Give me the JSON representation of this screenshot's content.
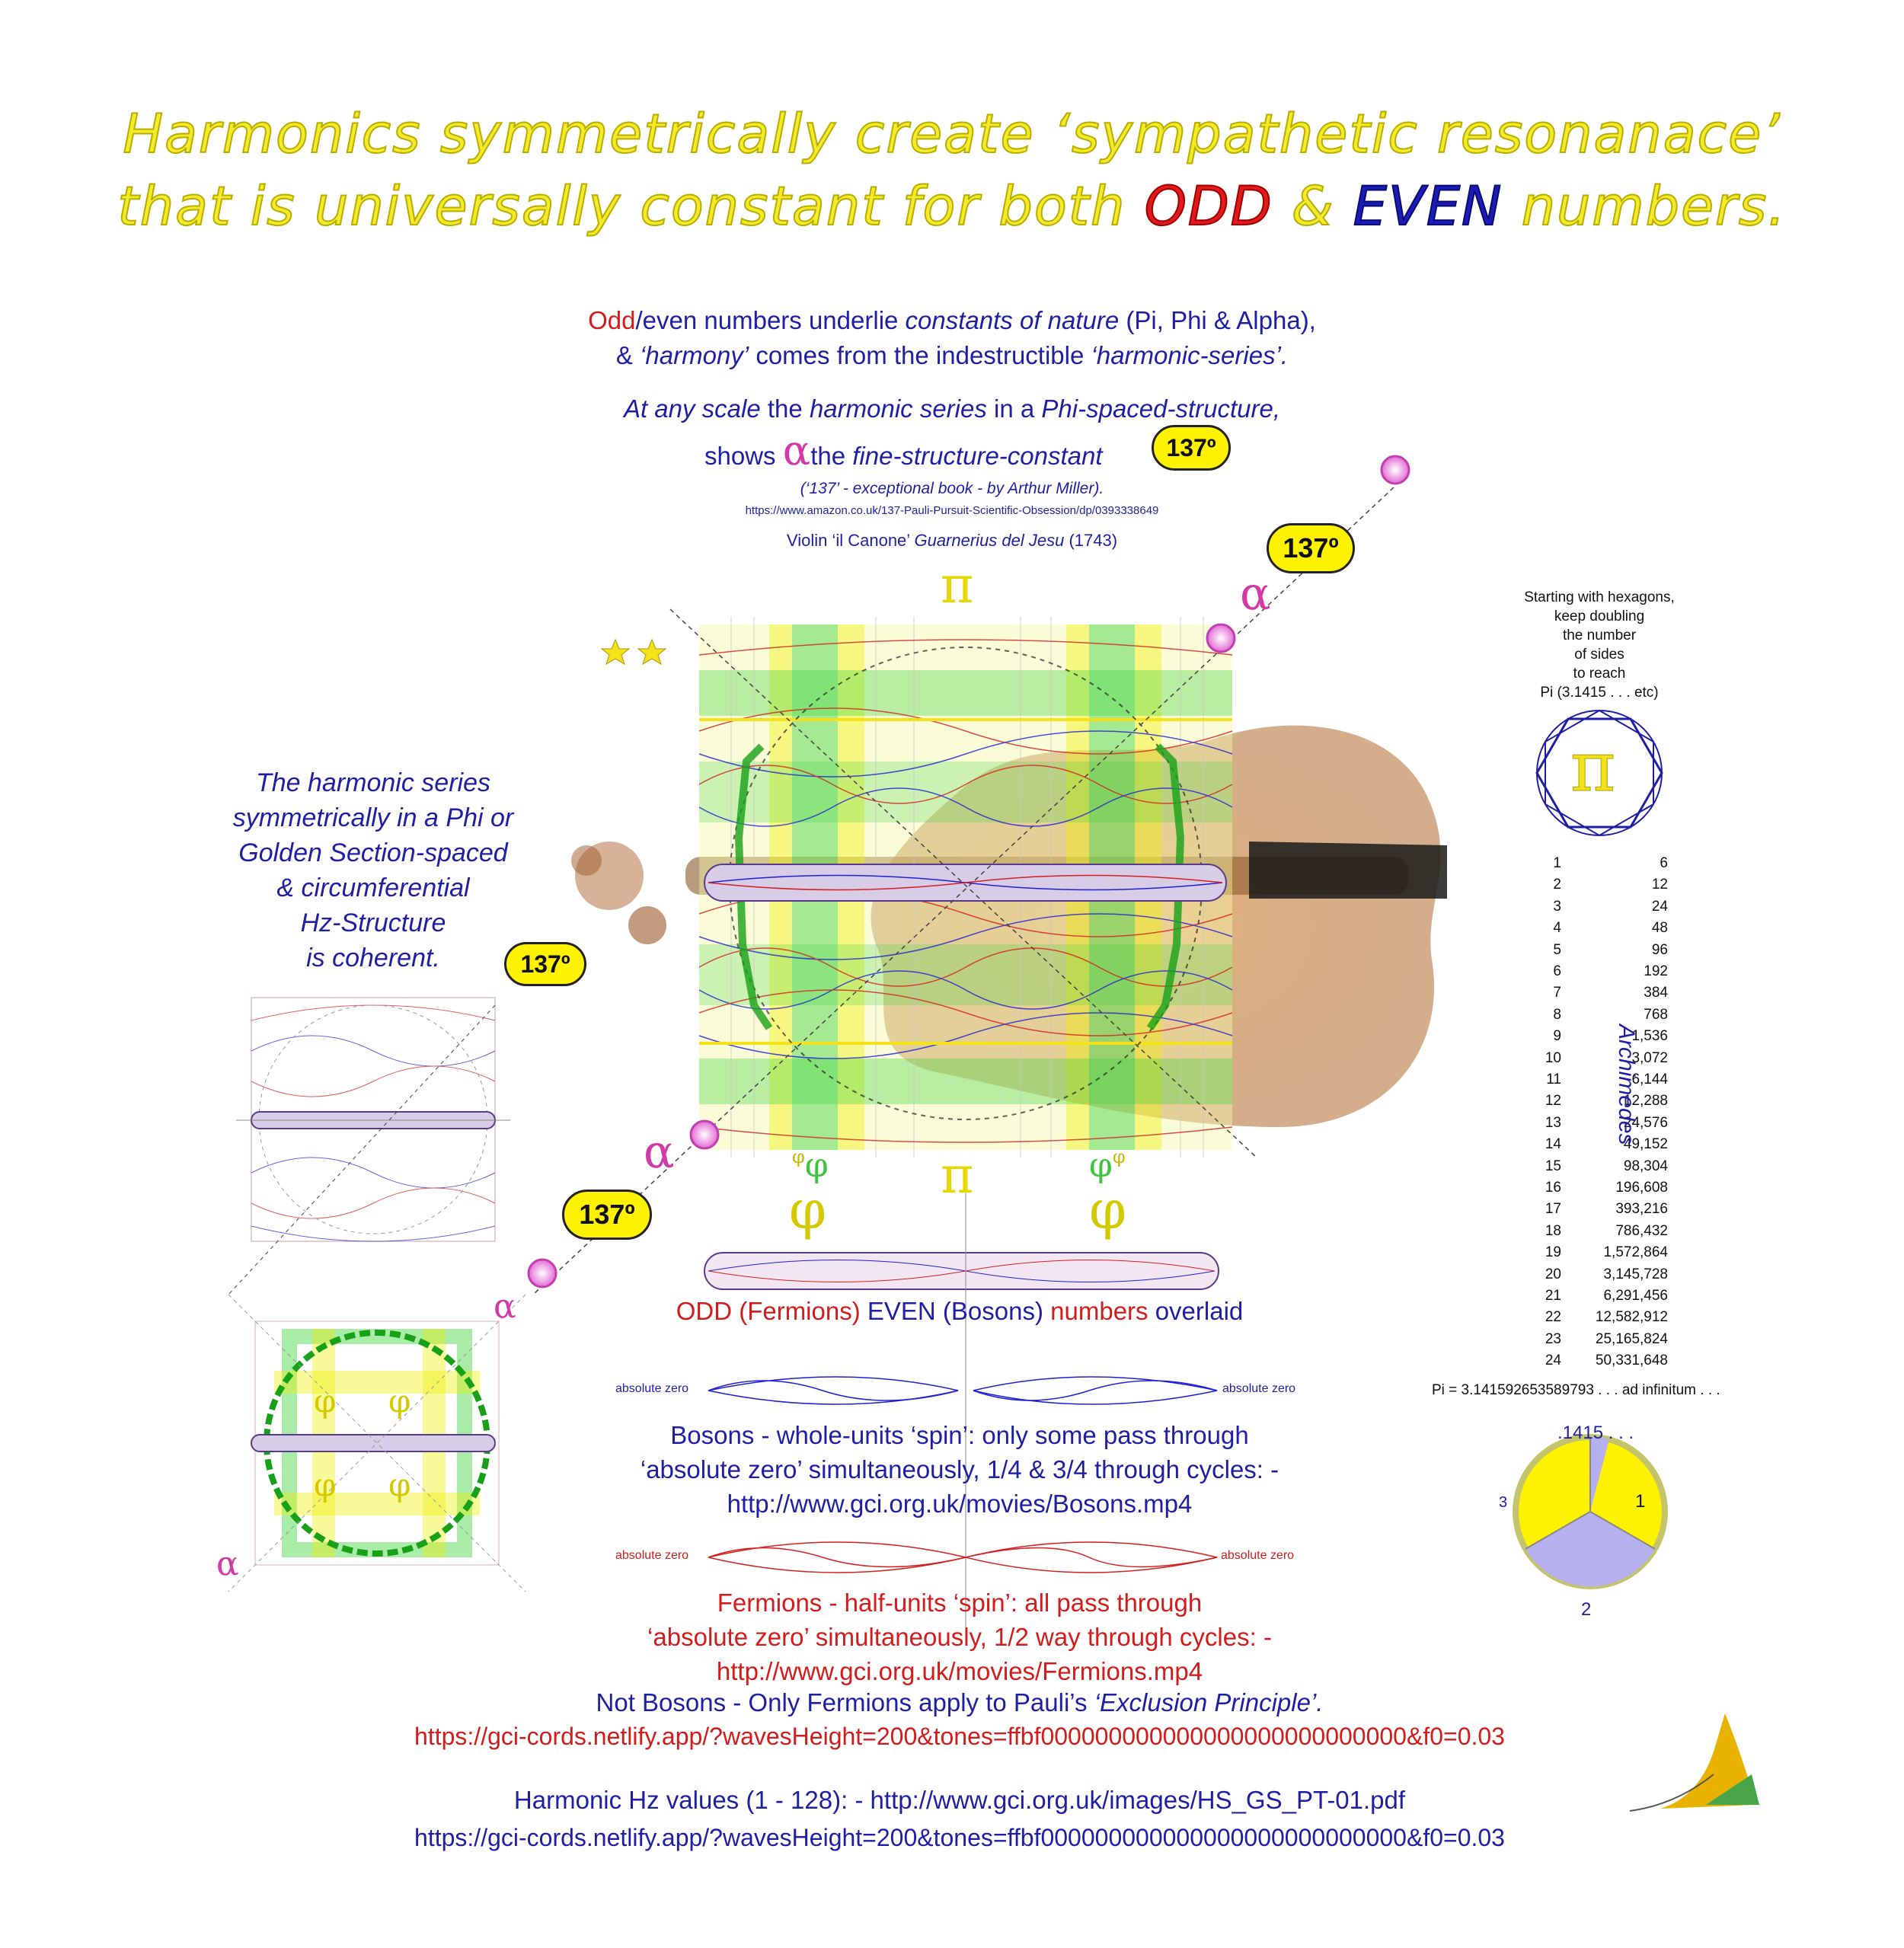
{
  "title": {
    "line1": "Harmonics symmetrically create ‘sympathetic resonanace’",
    "line2_pre": "that is universally constant for both ",
    "line2_odd": "ODD",
    "line2_amp": " & ",
    "line2_even": "EVEN",
    "line2_post": " numbers."
  },
  "intro": {
    "odd": "Odd",
    "line1_rest": "/even numbers underlie ",
    "constants": "constants of nature",
    "pi_phi_alpha": " (Pi, Phi & Alpha),",
    "line2_a": "& ",
    "harmony": "‘harmony’",
    "line2_b": " comes from the indestructible ",
    "harmonic_series": "‘harmonic-series’.",
    "line3_a": "At any scale",
    "line3_b": " the ",
    "line3_c": "harmonic series",
    "line3_d": " in a ",
    "line3_e": "Phi-spaced-structure,",
    "line4_a": "shows ",
    "alpha": "α",
    "line4_b": "the ",
    "line4_c": "fine-structure-constant",
    "book": "(‘137’ - exceptional book - by Arthur Miller).",
    "book_url": "https://www.amazon.co.uk/137-Pauli-Pursuit-Scientific-Obsession/dp/0393338649",
    "violin_a": "Violin  ‘il Canone’  ",
    "violin_b": "Guarnerius del Jesu",
    "violin_c": " (1743)"
  },
  "badges": {
    "b137": "137º"
  },
  "symbols": {
    "pi": "π",
    "phi": "φ",
    "alpha": "α",
    "phi_sup": "φ"
  },
  "left_note": [
    "The harmonic series",
    "symmetrically in a Phi or",
    "Golden Section-spaced",
    "& circumferential",
    "Hz-Structure",
    "is coherent."
  ],
  "overlay_caption": {
    "odd": "ODD (Fermions) ",
    "even": "EVEN (Bosons) ",
    "numbers": "numbers ",
    "overlaid": "overlaid"
  },
  "absolute_zero": "absolute zero",
  "bosons": [
    "Bosons - whole-units ‘spin’: only some pass through",
    "‘absolute zero’ simultaneously, 1/4 & 3/4 through cycles: -",
    "http://www.gci.org.uk/movies/Bosons.mp4"
  ],
  "fermions": [
    "Fermions - half-units ‘spin’: all pass through",
    "‘absolute zero’ simultaneously, 1/2 way through cycles: -",
    "http://www.gci.org.uk/movies/Fermions.mp4"
  ],
  "pauli": {
    "a": "Not Bosons - Only Fermions apply to Pauli’s ",
    "b": "‘Exclusion Principle’."
  },
  "link_red": "https://gci-cords.netlify.app/?wavesHeight=200&tones=ffbf000000000000000000000000000&f0=0.03",
  "harmonic_values": "Harmonic Hz values (1 - 128): - http://www.gci.org.uk/images/HS_GS_PT-01.pdf",
  "link_blue": "https://gci-cords.netlify.app/?wavesHeight=200&tones=ffbf000000000000000000000000000&f0=0.03",
  "archimedes": {
    "intro": [
      "Starting with hexagons,",
      "keep doubling",
      "the number",
      "of sides",
      "to reach",
      "Pi (3.1415 . . . etc)"
    ],
    "label": "Archimedes",
    "rows": [
      [
        "1",
        "6"
      ],
      [
        "2",
        "12"
      ],
      [
        "3",
        "24"
      ],
      [
        "4",
        "48"
      ],
      [
        "5",
        "96"
      ],
      [
        "6",
        "192"
      ],
      [
        "7",
        "384"
      ],
      [
        "8",
        "768"
      ],
      [
        "9",
        "1,536"
      ],
      [
        "10",
        "3,072"
      ],
      [
        "11",
        "6,144"
      ],
      [
        "12",
        "12,288"
      ],
      [
        "13",
        "24,576"
      ],
      [
        "14",
        "49,152"
      ],
      [
        "15",
        "98,304"
      ],
      [
        "16",
        "196,608"
      ],
      [
        "17",
        "393,216"
      ],
      [
        "18",
        "786,432"
      ],
      [
        "19",
        "1,572,864"
      ],
      [
        "20",
        "3,145,728"
      ],
      [
        "21",
        "6,291,456"
      ],
      [
        "22",
        "12,582,912"
      ],
      [
        "23",
        "25,165,824"
      ],
      [
        "24",
        "50,331,648"
      ]
    ],
    "pi_value": "Pi = 3.141592653589793 . . . ad infinitum . . .",
    "pie_top": ".1415 . . .",
    "pie_labels": [
      "1",
      "2",
      "3"
    ]
  },
  "colors": {
    "title_yellow": "#f2ea2a",
    "odd_red": "#e0191c",
    "even_blue": "#1b1bb8",
    "text_blue": "#1f1fa5",
    "text_red": "#d41c1c",
    "badge_yellow": "#fff200",
    "alpha_magenta": "#d23aa8",
    "green_band": "#3fd43f",
    "pie_yellow": "#fff200",
    "pie_lilac": "#b7b0ee"
  }
}
